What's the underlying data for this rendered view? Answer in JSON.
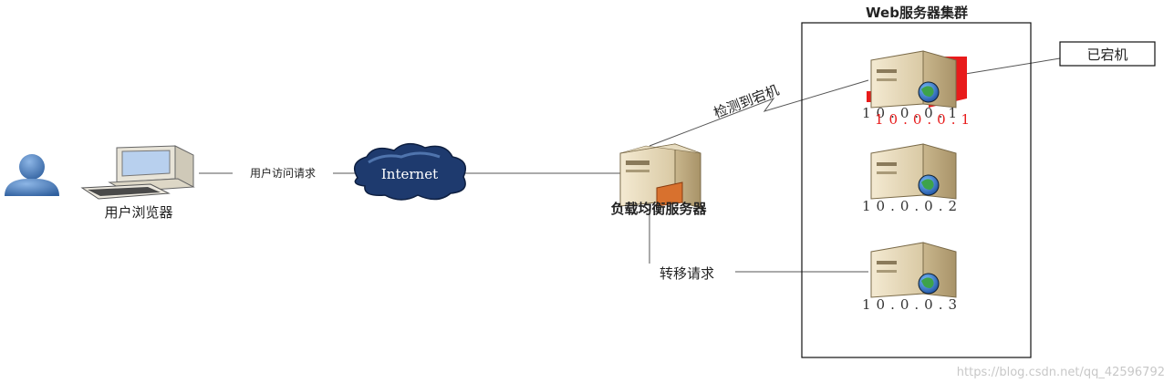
{
  "cluster_title": "Web服务器集群",
  "user_label": "用户浏览器",
  "request_label": "用户访问请求",
  "internet_label": "Internet",
  "lb_label": "负载均衡服务器",
  "detect_label": "检测到宕机",
  "transfer_label": "转移请求",
  "down_callout": "已宕机",
  "servers": [
    {
      "ip": "10.0.0.1",
      "ip_overlay": "10.0.0.1",
      "status": "down"
    },
    {
      "ip": "10.0.0.2",
      "status": "up"
    },
    {
      "ip": "10.0.0.3",
      "status": "up"
    }
  ],
  "watermark": "https://blog.csdn.net/qq_42596792",
  "colors": {
    "down": "#e81b1b",
    "cloud": "#1e3a6e",
    "user": "#4a7fbf",
    "line": "#555555"
  }
}
